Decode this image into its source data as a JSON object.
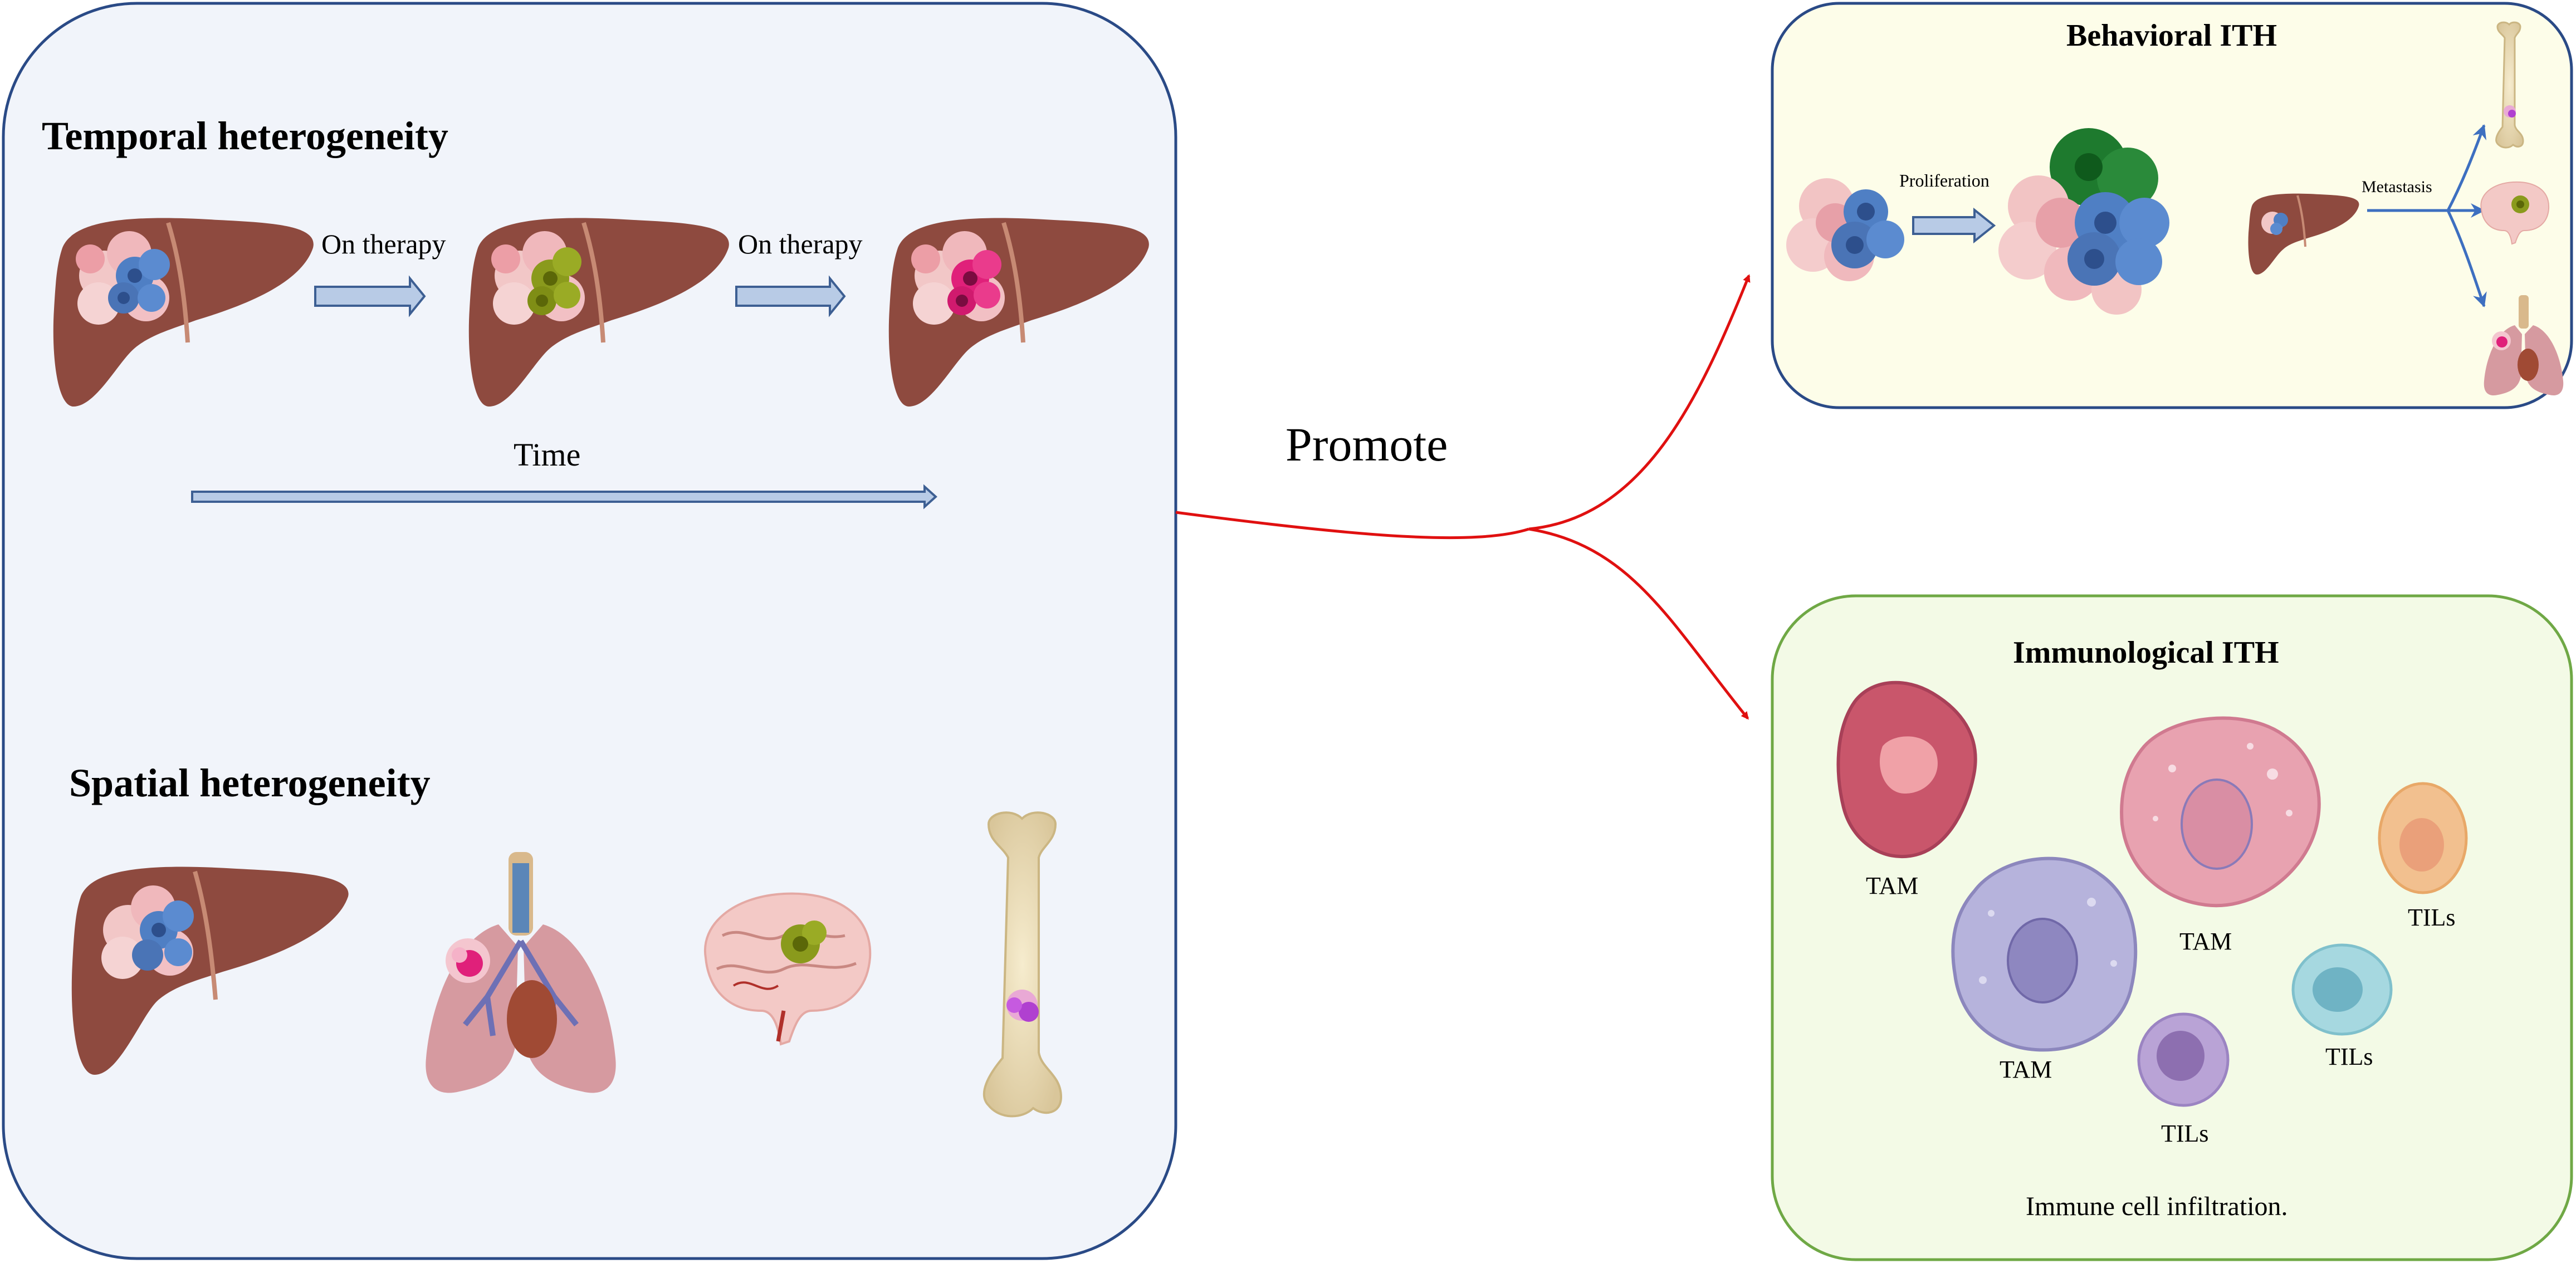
{
  "temporal": {
    "title": "Temporal heterogeneity",
    "step_label_1": "On therapy",
    "step_label_2": "On therapy",
    "time_label": "Time"
  },
  "spatial": {
    "title": "Spatial heterogeneity"
  },
  "connector": {
    "label": "Promote"
  },
  "behavioral": {
    "title": "Behavioral ITH",
    "proliferation_label": "Proliferation",
    "metastasis_label": "Metastasis"
  },
  "immunological": {
    "title": "Immunological  ITH",
    "cells": [
      {
        "label": "TAM"
      },
      {
        "label": "TAM"
      },
      {
        "label": "TAM"
      },
      {
        "label": "TILs"
      },
      {
        "label": "TILs"
      },
      {
        "label": "TILs"
      }
    ],
    "caption": "Immune cell infiltration."
  },
  "colors": {
    "left_panel_fill": "#f1f4fa",
    "left_panel_border": "#2a4a86",
    "behavioral_fill": "#fdfde9",
    "behavioral_border": "#2a4a86",
    "immuno_fill": "#f3fae6",
    "immuno_border": "#6fa845",
    "connector": "#e01010",
    "block_arrow_fill": "#b8cbe6",
    "block_arrow_stroke": "#3d5f93",
    "liver": "#8e4a3f",
    "tumor_blue": "#4f7fc4",
    "tumor_green": "#8a9a1c",
    "tumor_magenta": "#e0207a",
    "tam_red": "#c9566b",
    "tam_pink": "#e8a2b0",
    "tam_lavender": "#b6b3dc",
    "til_orange": "#f2c08f",
    "til_cyan": "#a6d8e0",
    "til_purple": "#8d6fb0"
  }
}
